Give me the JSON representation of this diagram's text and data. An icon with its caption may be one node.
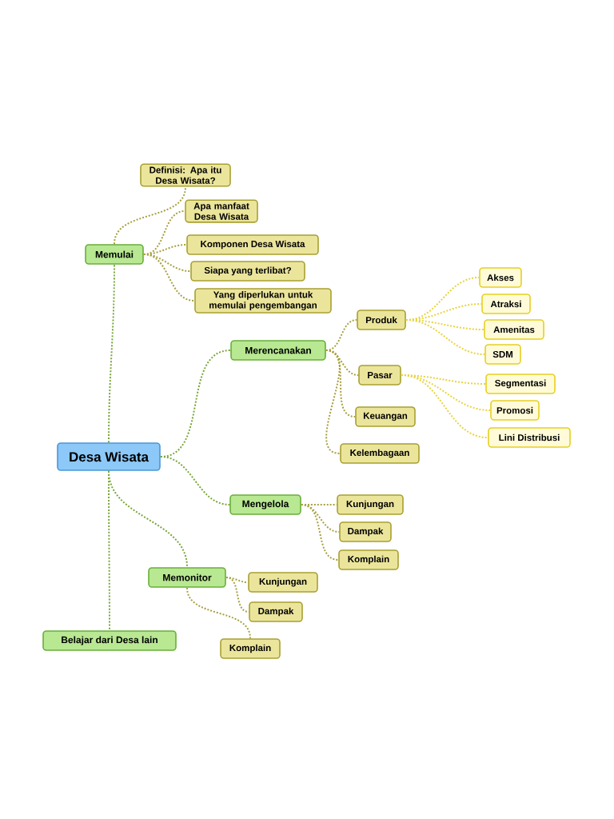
{
  "diagram": {
    "nodes": [
      {
        "text": [
          "Desa Wisata"
        ]
      },
      {
        "text": [
          "Memulai"
        ]
      },
      {
        "text": [
          "Definisi: Apa itu Desa Wisata?"
        ]
      },
      {
        "text": [
          "Apa manfaat Desa Wisata"
        ]
      },
      {
        "text": [
          "Komponen Desa Wisata"
        ]
      },
      {
        "text": [
          "Siapa yang terlibat?"
        ]
      },
      {
        "text": [
          "Yang diperlukan untuk memulai pengembangan"
        ]
      },
      {
        "text": [
          "Merencanakan"
        ]
      },
      {
        "text": [
          "Produk"
        ]
      },
      {
        "text": [
          "Akses"
        ]
      },
      {
        "text": [
          "Atraksi"
        ]
      },
      {
        "text": [
          "Amenitas"
        ]
      },
      {
        "text": [
          "SDM"
        ]
      },
      {
        "text": [
          "Pasar"
        ]
      },
      {
        "text": [
          "Segmentasi"
        ]
      },
      {
        "text": [
          "Promosi"
        ]
      },
      {
        "text": [
          "Lini Distribusi"
        ]
      },
      {
        "text": [
          "Keuangan"
        ]
      },
      {
        "text": [
          "Kelembagaan"
        ]
      },
      {
        "text": [
          "Mengelola"
        ]
      },
      {
        "text": [
          "Kunjungan"
        ]
      },
      {
        "text": [
          "Dampak"
        ]
      },
      {
        "text": [
          "Komplain"
        ]
      },
      {
        "text": [
          "Memonitor"
        ]
      },
      {
        "text": [
          "Kunjungan"
        ]
      },
      {
        "text": [
          "Dampak"
        ]
      },
      {
        "text": [
          "Komplain"
        ]
      },
      {
        "text": [
          "Belajar dari Desa lain"
        ]
      }
    ],
    "edges": [
      {
        "from": 0,
        "to": 1,
        "arrow": "none",
        "color": "#7aa63a"
      },
      {
        "from": 1,
        "to": 2,
        "arrow": "none"
      },
      {
        "from": 1,
        "to": 3,
        "arrow": "none"
      },
      {
        "from": 1,
        "to": 4,
        "arrow": "none"
      },
      {
        "from": 1,
        "to": 5,
        "arrow": "none"
      },
      {
        "from": 1,
        "to": 6,
        "arrow": "none"
      },
      {
        "from": 0,
        "to": 7,
        "arrow": "none",
        "color": "#7aa63a"
      },
      {
        "from": 7,
        "to": 8,
        "arrow": "none"
      },
      {
        "from": 8,
        "to": 9,
        "arrow": "none",
        "color": "#e8d440"
      },
      {
        "from": 8,
        "to": 10,
        "arrow": "none",
        "color": "#e8d440"
      },
      {
        "from": 8,
        "to": 11,
        "arrow": "none",
        "color": "#e8d440"
      },
      {
        "from": 8,
        "to": 12,
        "arrow": "none",
        "color": "#e8d440"
      },
      {
        "from": 7,
        "to": 13,
        "arrow": "none"
      },
      {
        "from": 13,
        "to": 14,
        "arrow": "none",
        "color": "#e8d440"
      },
      {
        "from": 13,
        "to": 15,
        "arrow": "none",
        "color": "#e8d440"
      },
      {
        "from": 13,
        "to": 16,
        "arrow": "none",
        "color": "#e8d440"
      },
      {
        "from": 7,
        "to": 17,
        "arrow": "none"
      },
      {
        "from": 7,
        "to": 18,
        "arrow": "none"
      },
      {
        "from": 0,
        "to": 19,
        "arrow": "none",
        "color": "#7aa63a"
      },
      {
        "from": 19,
        "to": 20,
        "arrow": "none"
      },
      {
        "from": 19,
        "to": 21,
        "arrow": "none"
      },
      {
        "from": 19,
        "to": 22,
        "arrow": "none"
      },
      {
        "from": 0,
        "to": 23,
        "arrow": "none",
        "color": "#7aa63a"
      },
      {
        "from": 23,
        "to": 24,
        "arrow": "none"
      },
      {
        "from": 23,
        "to": 25,
        "arrow": "none"
      },
      {
        "from": 23,
        "to": 26,
        "arrow": "none"
      },
      {
        "from": 0,
        "to": 27,
        "arrow": "none",
        "color": "#7aa63a"
      }
    ]
  }
}
